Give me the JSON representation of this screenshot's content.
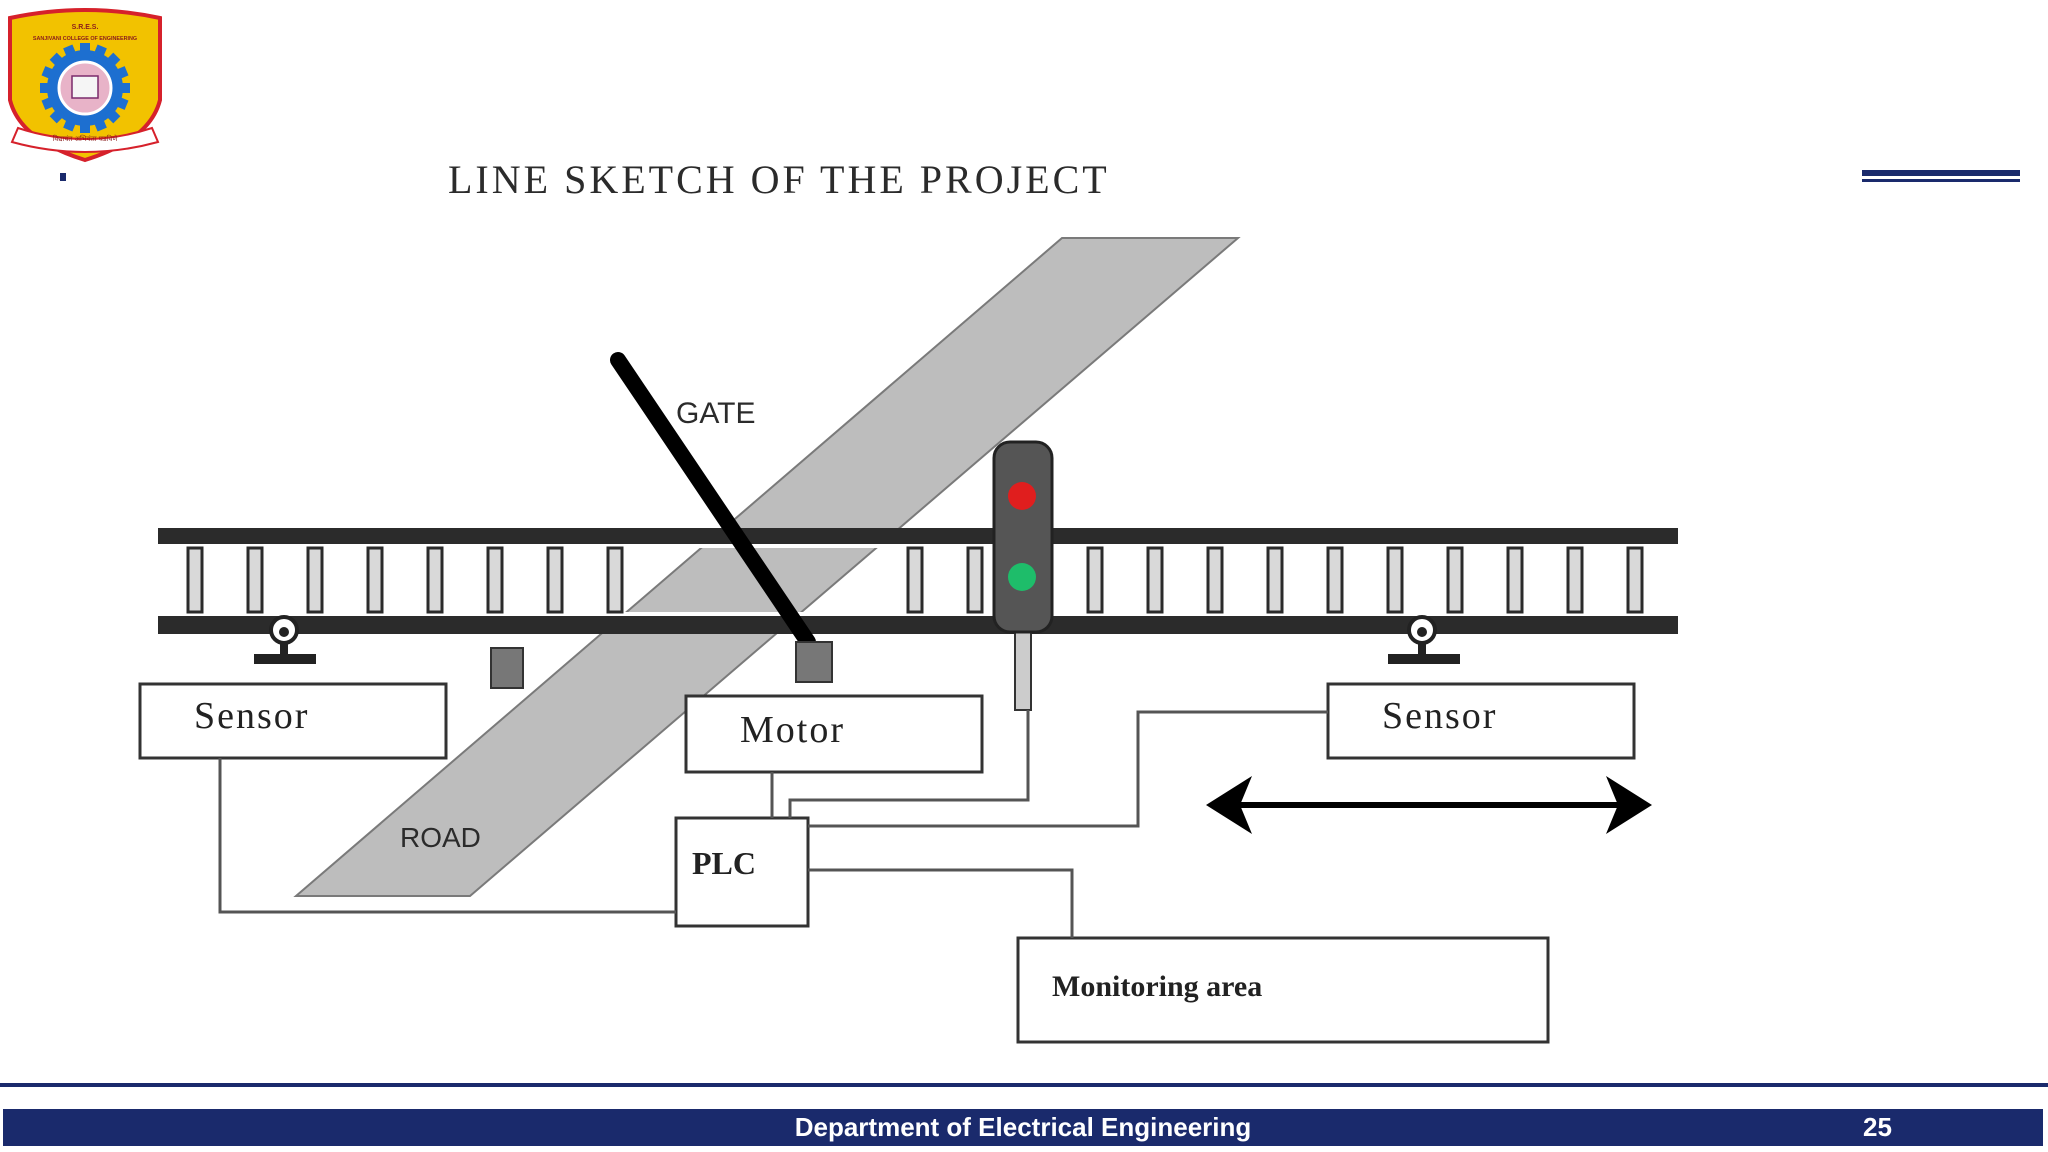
{
  "slide": {
    "title": "LINE SKETCH OF THE PROJECT",
    "footer": "Department of Electrical Engineering",
    "page_number": "25"
  },
  "logo": {
    "top_text": "S.R.E.S.",
    "college": "SANJIVANI COLLEGE OF ENGINEERING",
    "motto": "विद्यावंत अभियंता घडविणे",
    "colors": {
      "shield": "#f2c200",
      "border": "#d6212b",
      "gear": "#1d6fd0",
      "center": "#e8b3c8"
    }
  },
  "diagram": {
    "labels": {
      "gate": "GATE",
      "road": "ROAD",
      "plc": "PLC",
      "motor": "Motor",
      "sensor_left": "Sensor",
      "sensor_right": "Sensor",
      "monitoring": "Monitoring area"
    },
    "traffic_light": [
      "red",
      "green"
    ],
    "colors": {
      "road": "#bdbdbd",
      "rail": "#2b2b2b",
      "sleeper": "#d9d9d9",
      "gate_arm": "#000000",
      "signal_red": "#e01e1e",
      "signal_green": "#1ebd6a",
      "accent": "#1a2a6c"
    }
  }
}
